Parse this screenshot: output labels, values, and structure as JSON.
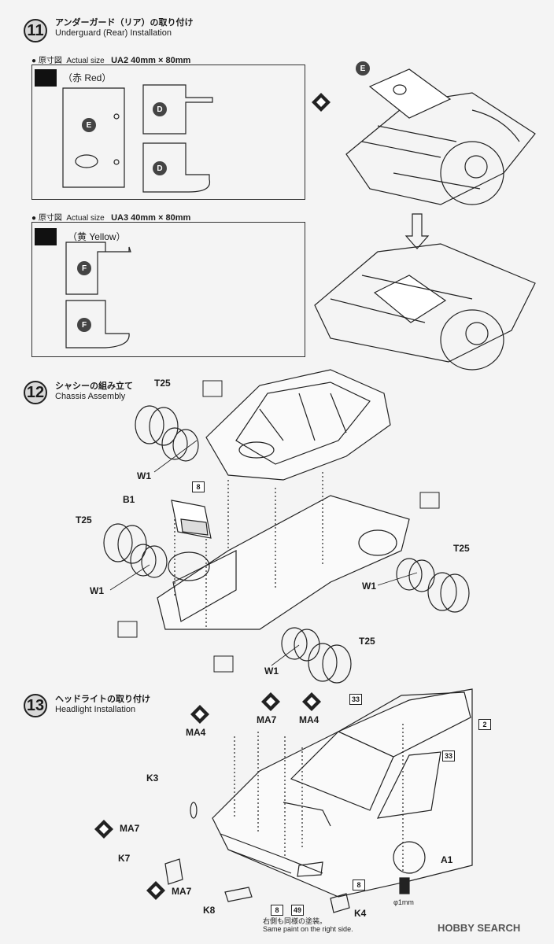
{
  "step11": {
    "number": "11",
    "title_jp": "アンダーガード（リア）の取り付け",
    "title_en": "Underguard (Rear) Installation",
    "box1": {
      "jp": "原寸図",
      "en": "Actual size",
      "code": "UA2 40mm × 80mm",
      "color": "（赤 Red）"
    },
    "box2": {
      "jp": "原寸図",
      "en": "Actual size",
      "code": "UA3 40mm × 80mm",
      "color": "（黄 Yellow）"
    },
    "parts": {
      "e": "E",
      "d": "D",
      "f": "F"
    }
  },
  "step12": {
    "number": "12",
    "title_jp": "シャシーの組み立て",
    "title_en": "Chassis Assembly",
    "labels": {
      "t25": "T25",
      "w1": "W1",
      "b1": "B1",
      "eight": "8"
    }
  },
  "step13": {
    "number": "13",
    "title_jp": "ヘッドライトの取り付け",
    "title_en": "Headlight Installation",
    "labels": {
      "ma4": "MA4",
      "ma7": "MA7",
      "k3": "K3",
      "k7": "K7",
      "k8": "K8",
      "k4": "K4",
      "a1": "A1",
      "n2": "2",
      "n33": "33",
      "n8": "8",
      "n49": "49",
      "phi": "φ1mm"
    },
    "note_jp": "右側も同様の塗装。",
    "note_en": "Same paint on the right side."
  },
  "watermark": "HOBBY SEARCH"
}
